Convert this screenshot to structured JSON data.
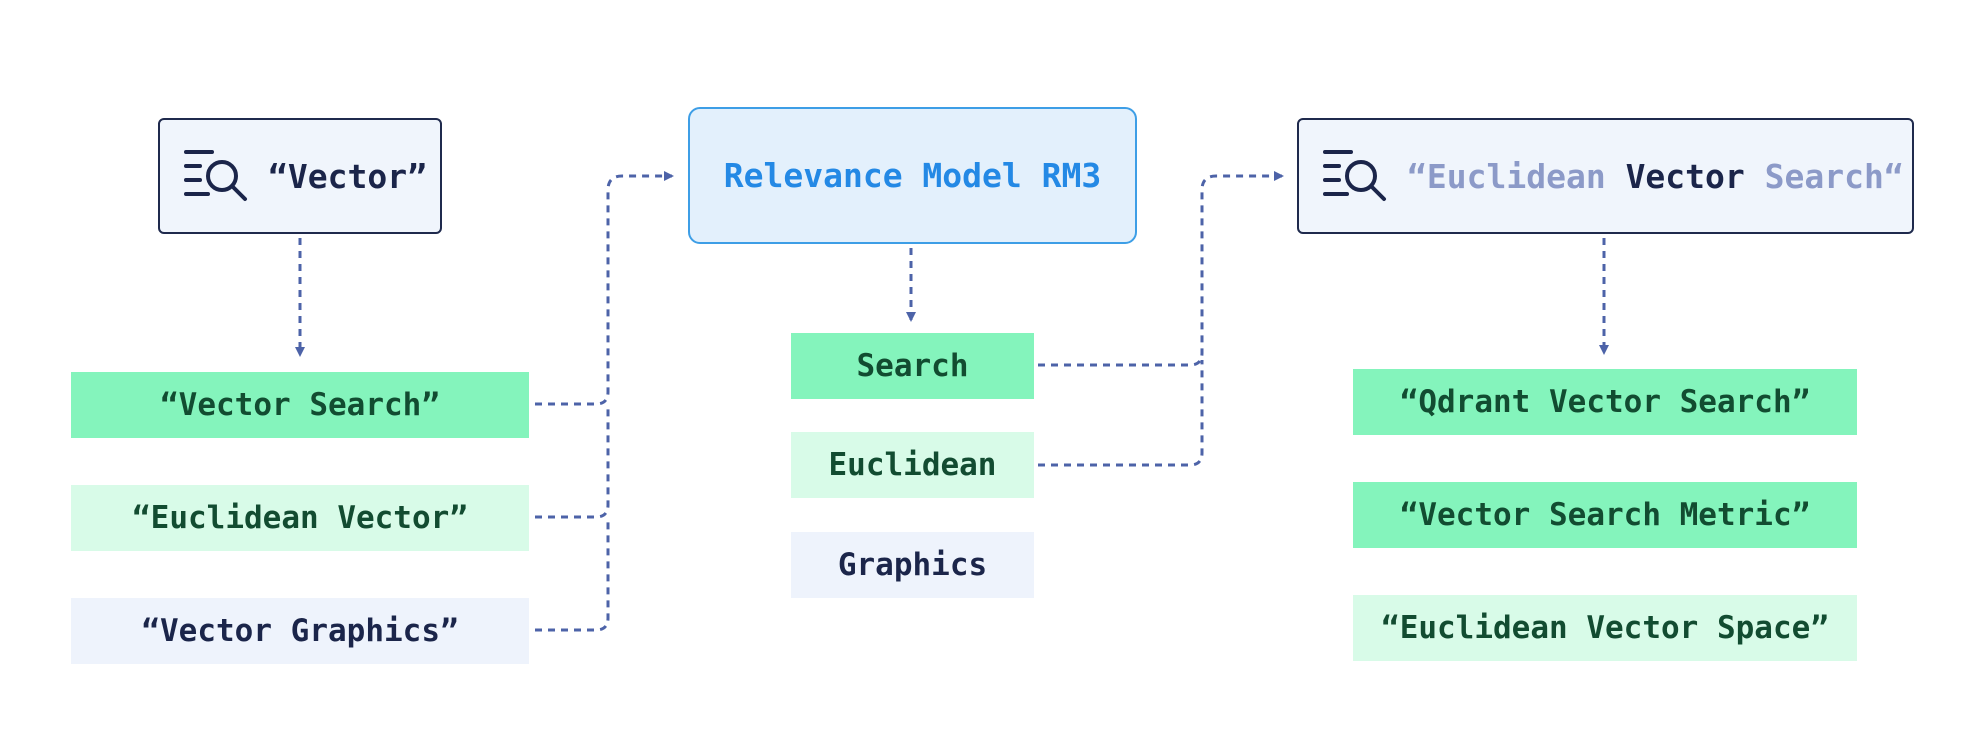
{
  "colors": {
    "connector": "#4d63a8",
    "strong_match": "#84f4bc",
    "weak_match": "#d8fbe8",
    "no_match": "#eef3fc",
    "model_border": "#3d9ee6",
    "model_text": "#2489e5",
    "query_border": "#1f2a4d"
  },
  "left": {
    "query": {
      "icon": "search-list-icon",
      "text": "“Vector”"
    },
    "results": [
      {
        "text": "“Vector Search”",
        "level": "strong"
      },
      {
        "text": "“Euclidean Vector”",
        "level": "light"
      },
      {
        "text": "“Vector Graphics”",
        "level": "pale"
      }
    ]
  },
  "middle": {
    "model": "Relevance Model RM3",
    "terms": [
      {
        "text": "Search",
        "level": "strong"
      },
      {
        "text": "Euclidean",
        "level": "light"
      },
      {
        "text": "Graphics",
        "level": "pale"
      }
    ]
  },
  "right": {
    "query": {
      "icon": "search-list-icon",
      "open_quote": "“",
      "word1": "Euclidean",
      "word2": "Vector",
      "word3": "Search",
      "close_quote": "“"
    },
    "results": [
      {
        "text": "“Qdrant Vector Search”",
        "level": "strong"
      },
      {
        "text": "“Vector Search Metric”",
        "level": "strong"
      },
      {
        "text": "“Euclidean Vector Space”",
        "level": "light"
      }
    ]
  }
}
